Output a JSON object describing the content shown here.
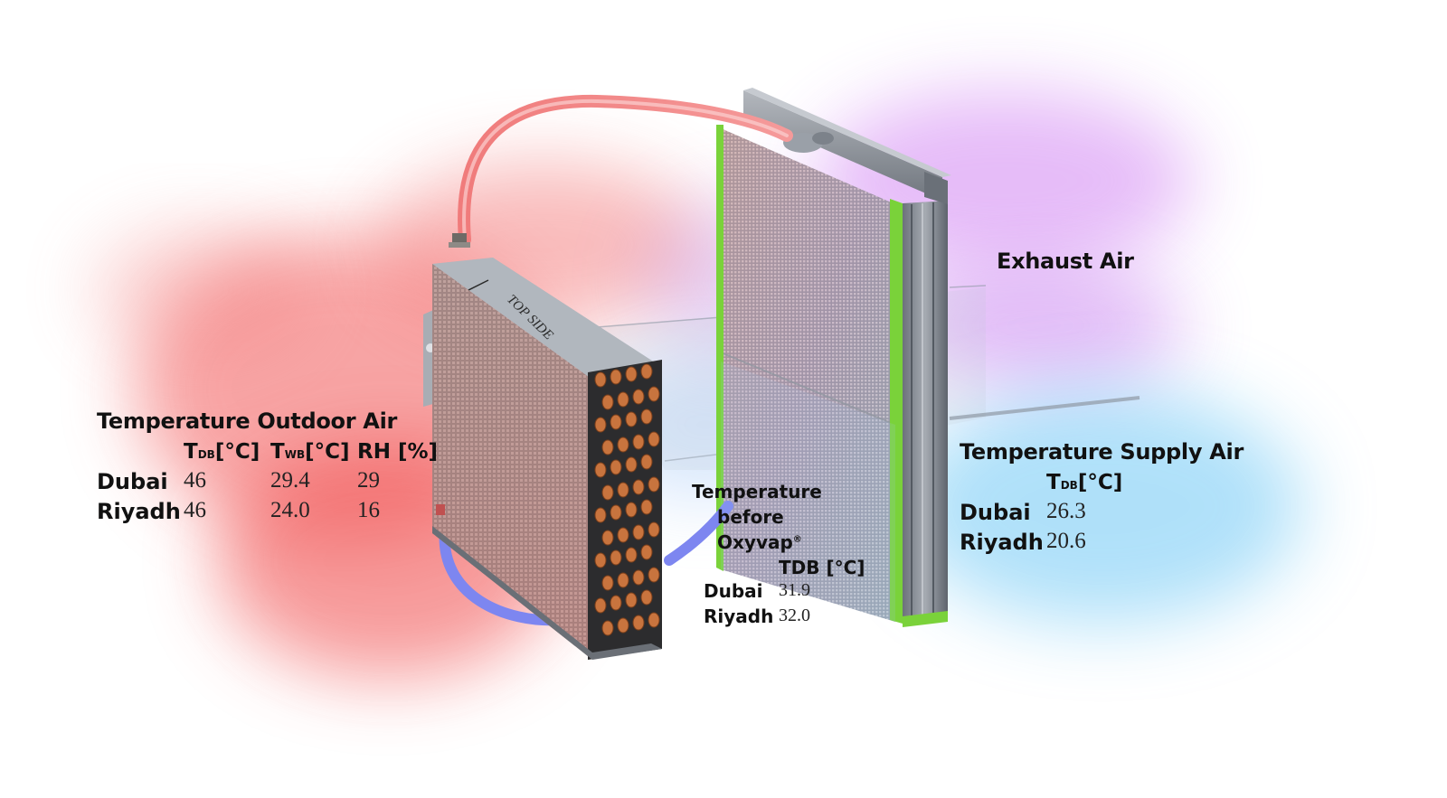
{
  "outdoor": {
    "title": "Temperature Outdoor Air",
    "headers": [
      {
        "main": "T",
        "sub": "DB",
        "unit": "[°C]"
      },
      {
        "main": "T",
        "sub": "WB",
        "unit": "[°C]"
      },
      {
        "main": "RH",
        "sub": "",
        "unit": "[%]"
      }
    ],
    "rows": [
      {
        "city": "Dubai",
        "values": [
          "46",
          "29.4",
          "29"
        ]
      },
      {
        "city": "Riyadh",
        "values": [
          "46",
          "24.0",
          "16"
        ]
      }
    ]
  },
  "exhaust": {
    "label": "Exhaust Air"
  },
  "before": {
    "title_lines": [
      "Temperature",
      "before",
      "Oxyvap"
    ],
    "trademark": "®",
    "header": "TDB [°C]",
    "rows": [
      {
        "city": "Dubai",
        "value": "31.9"
      },
      {
        "city": "Riyadh",
        "value": "32.0"
      }
    ]
  },
  "supply": {
    "title": "Temperature Supply Air",
    "header": {
      "main": "T",
      "sub": "DB",
      "unit": "[°C]"
    },
    "rows": [
      {
        "city": "Dubai",
        "value": "26.3"
      },
      {
        "city": "Riyadh",
        "value": "20.6"
      }
    ]
  },
  "coil_stamp": "TOP SIDE",
  "colors": {
    "hot_air": "#f25a5a",
    "cool_air": "#6ec8f5",
    "exhaust_air": "#c86af0",
    "pipe_hot": "#f07070",
    "pipe_cold": "#7d86f0",
    "copper": "#c8743e",
    "frame_green": "#7ad23a",
    "frame_gray": "#8a9099"
  }
}
